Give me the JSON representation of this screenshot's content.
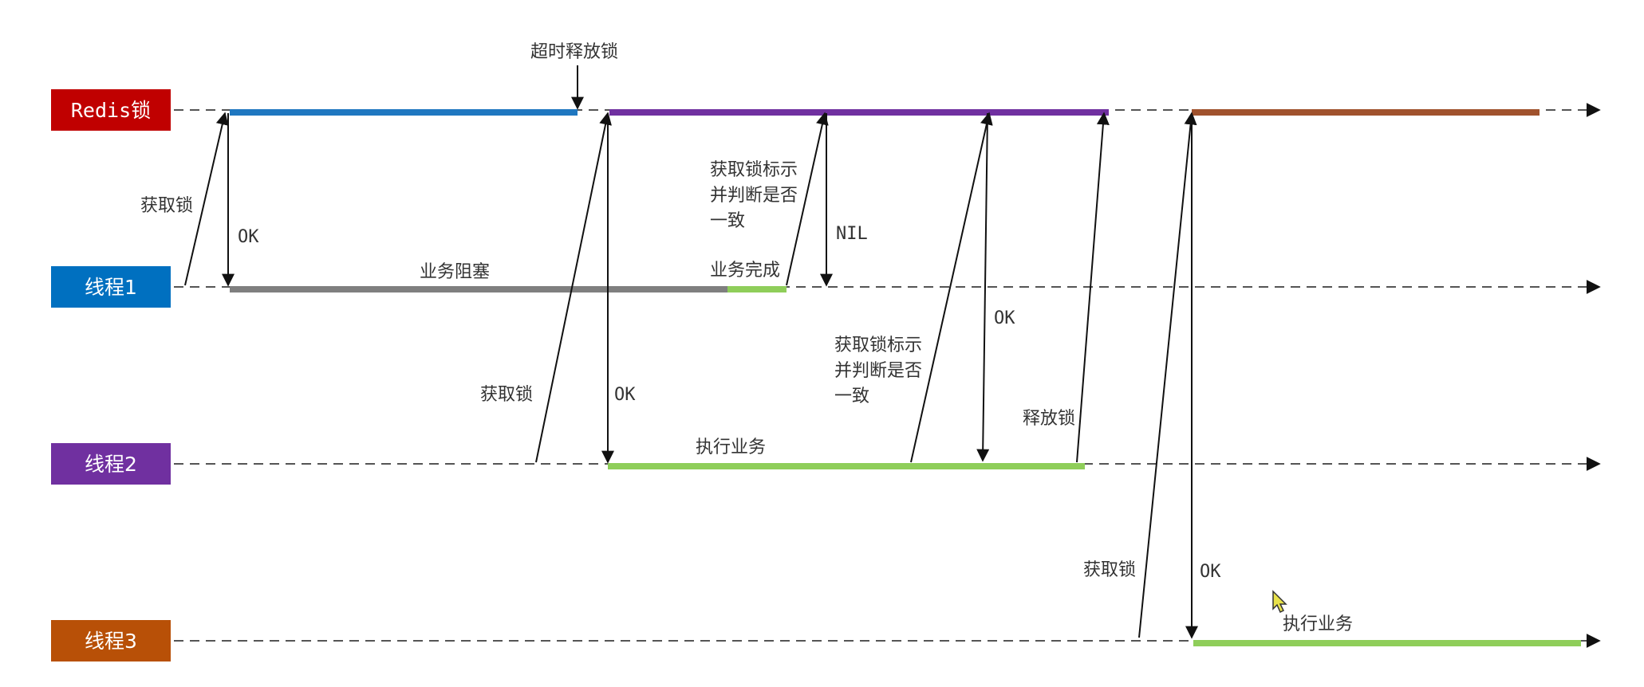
{
  "lanes": {
    "redis": {
      "label": "Redis锁",
      "color": "#c00000"
    },
    "thread1": {
      "label": "线程1",
      "color": "#0070c0"
    },
    "thread2": {
      "label": "线程2",
      "color": "#7030a0"
    },
    "thread3": {
      "label": "线程3",
      "color": "#b85007"
    }
  },
  "segment_colors": {
    "lock_thread1": "#1f77c0",
    "lock_thread2": "#7030a0",
    "lock_thread3": "#a0522d",
    "blocked": "#7f7f7f",
    "working": "#8fce5a"
  },
  "annotations": {
    "timeout_release": "超时释放锁",
    "acquire_lock_1": "获取锁",
    "ok_1": "OK",
    "business_blocked": "业务阻塞",
    "business_done": "业务完成",
    "check_id_1": [
      "获取锁标示",
      "并判断是否",
      "一致"
    ],
    "nil": "NIL",
    "acquire_lock_2": "获取锁",
    "ok_2": "OK",
    "execute_business_2": "执行业务",
    "check_id_2": [
      "获取锁标示",
      "并判断是否",
      "一致"
    ],
    "ok_3": "OK",
    "release_lock": "释放锁",
    "acquire_lock_3": "获取锁",
    "ok_4": "OK",
    "execute_business_3": "执行业务"
  }
}
